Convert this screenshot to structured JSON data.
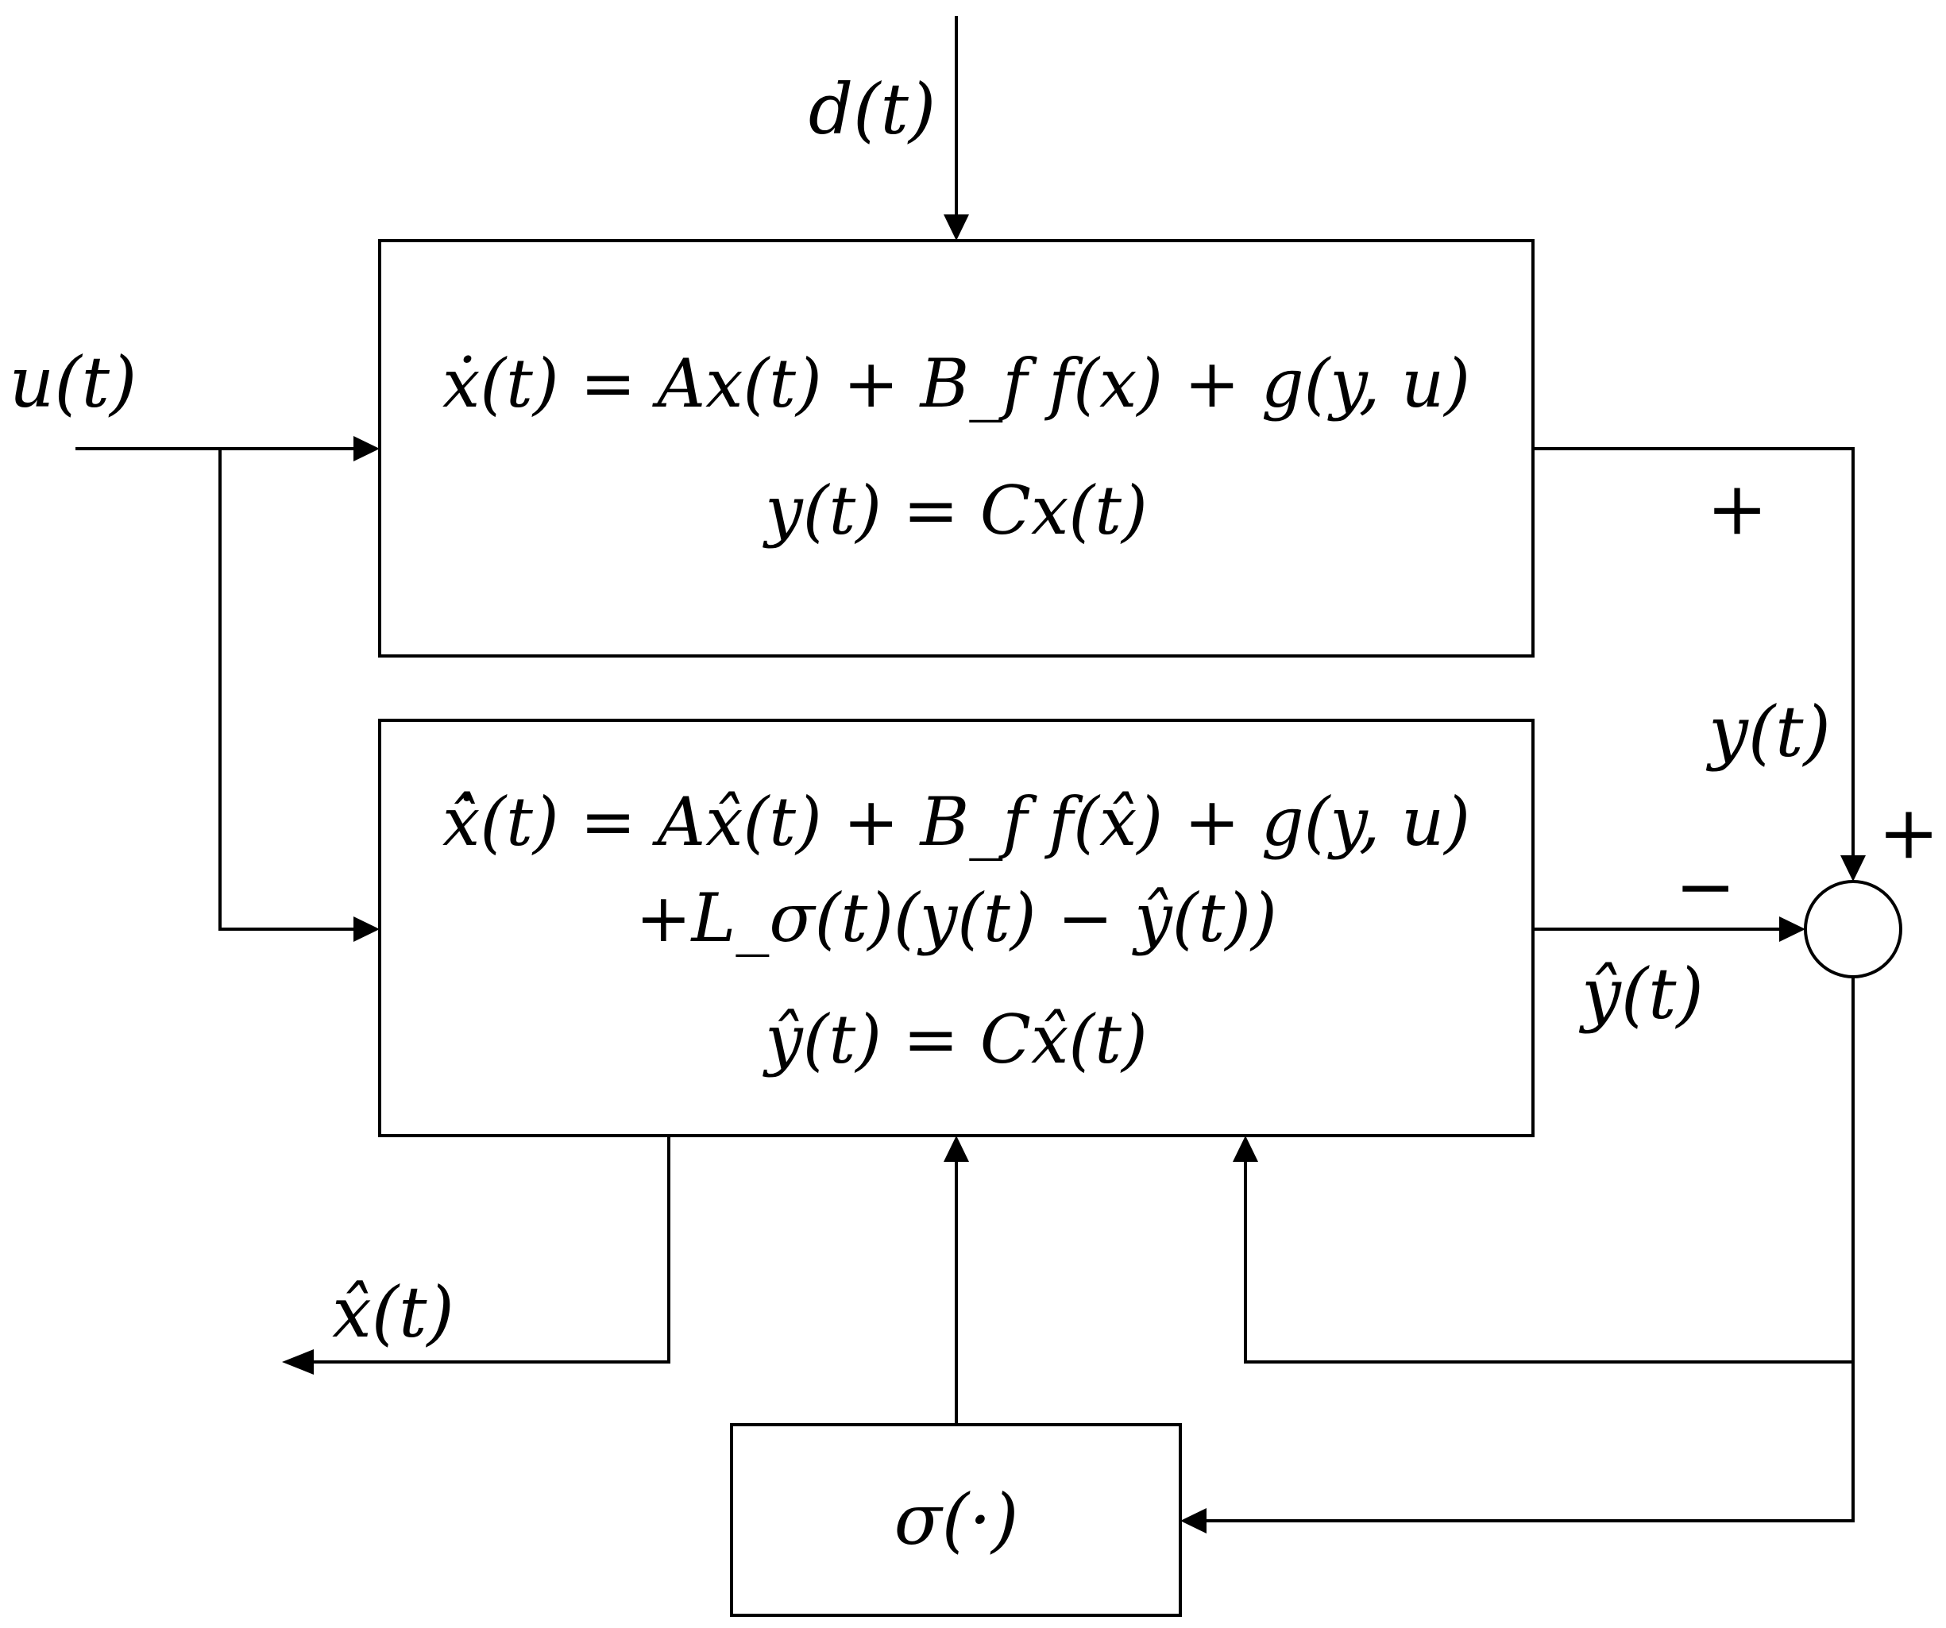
{
  "labels": {
    "disturbance": "d(t)",
    "input": "u(t)",
    "plant_output": "y(t)",
    "observer_output": "ŷ(t)",
    "state_estimate": "x̂(t)"
  },
  "plant": {
    "eq_state": "ẋ(t) = Ax(t) + B_f f(x) + g(y, u)",
    "eq_output": "y(t) = Cx(t)"
  },
  "observer": {
    "eq_state_line1": "ẋ̂(t) = Ax̂(t) + B_f f(x̂) + g(y, u)",
    "eq_state_line2": "+L_σ(t)(y(t) − ŷ(t))",
    "eq_output": "ŷ(t) = Cx̂(t)"
  },
  "switching": {
    "label": "σ(·)"
  },
  "summing_junction": {
    "sign_top_plus": "+",
    "sign_right_plus": "+",
    "sign_minus": "−"
  }
}
